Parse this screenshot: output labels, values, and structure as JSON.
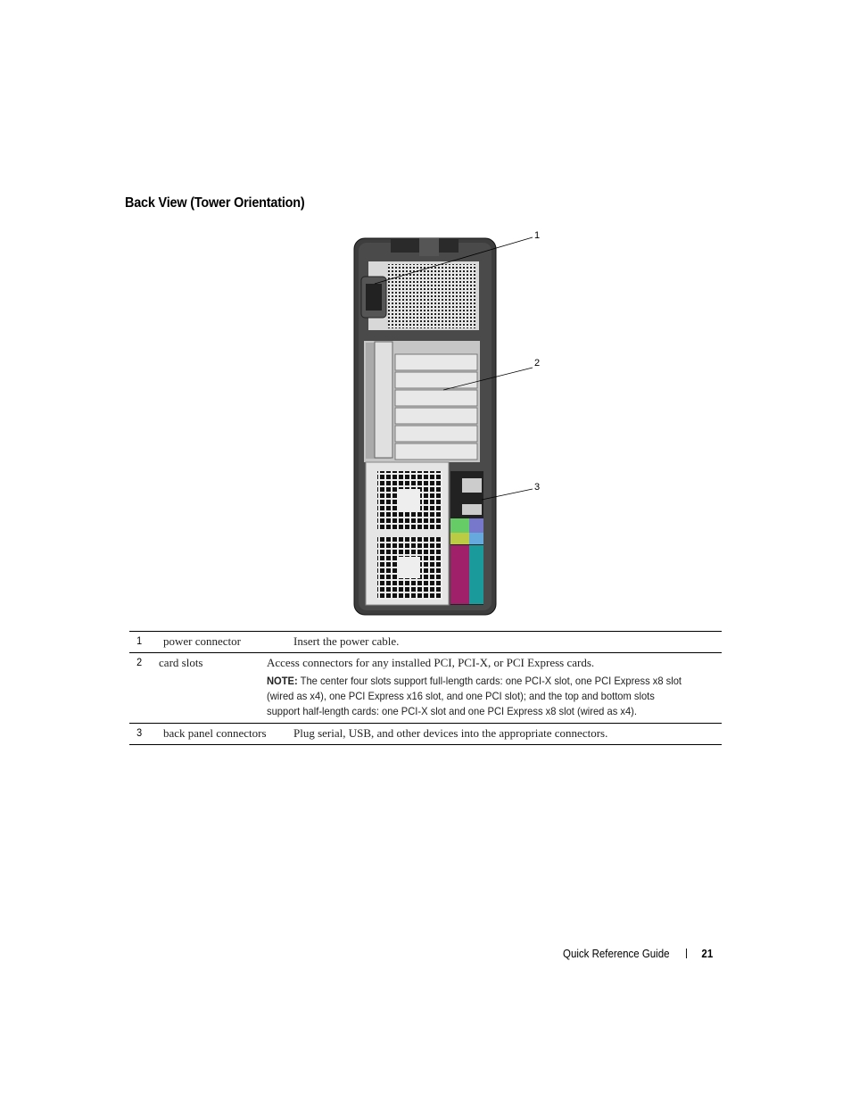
{
  "section_title": "Back View (Tower Orientation)",
  "figure": {
    "callouts": [
      "1",
      "2",
      "3"
    ]
  },
  "table": {
    "rows": [
      {
        "num": "1",
        "label": "power connector",
        "description": "Insert the power cable."
      },
      {
        "num": "2",
        "label": "card slots",
        "description": "Access connectors for any installed PCI, PCI-X, or PCI Express cards.",
        "note_label": "NOTE:",
        "note_text": " The center four slots support full-length cards: one PCI-X slot, one PCI Express x8 slot (wired as x4), one PCI Express x16 slot, and one PCI slot); and the top and bottom slots support half-length cards: one PCI-X slot and one PCI Express x8 slot (wired as x4)."
      },
      {
        "num": "3",
        "label": "back panel connectors",
        "description": "Plug serial, USB, and other devices into the appropriate connectors."
      }
    ]
  },
  "footer": {
    "guide_title": "Quick Reference Guide",
    "page_number": "21"
  }
}
